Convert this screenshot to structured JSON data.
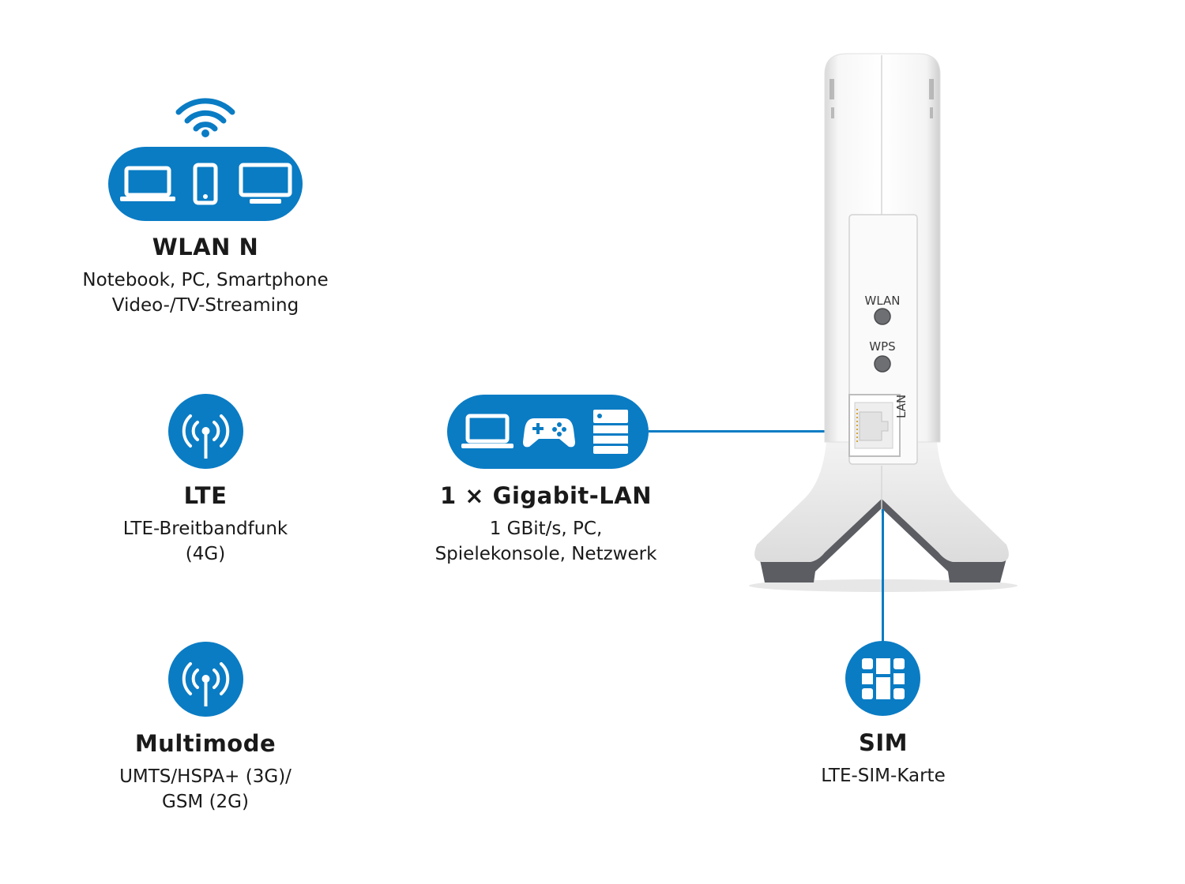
{
  "colors": {
    "accent": "#0a7cc4",
    "device": "#f1f1f1",
    "device_dark": "#5b5d62"
  },
  "features": {
    "wlan": {
      "title": "WLAN  N",
      "desc": "Notebook, PC, Smartphone\nVideo-/TV-Streaming",
      "icons": [
        "wifi-icon",
        "laptop-icon",
        "smartphone-icon",
        "monitor-icon"
      ]
    },
    "lte": {
      "title": "LTE",
      "desc": "LTE-Breitbandfunk\n(4G)",
      "icons": [
        "antenna-icon"
      ]
    },
    "multimode": {
      "title": "Multimode",
      "desc": "UMTS/HSPA+ (3G)/\nGSM (2G)",
      "icons": [
        "antenna-icon"
      ]
    },
    "lan": {
      "title": "1 × Gigabit-LAN",
      "desc": "1 GBit/s, PC,\nSpielekonsole, Netzwerk",
      "icons": [
        "laptop-icon",
        "gamepad-icon",
        "server-icon"
      ]
    },
    "sim": {
      "title": "SIM",
      "desc": "LTE-SIM-Karte",
      "icons": [
        "sim-card-icon"
      ]
    }
  },
  "device": {
    "wlan_button_label": "WLAN",
    "wps_button_label": "WPS",
    "lan_port_label": "LAN"
  }
}
